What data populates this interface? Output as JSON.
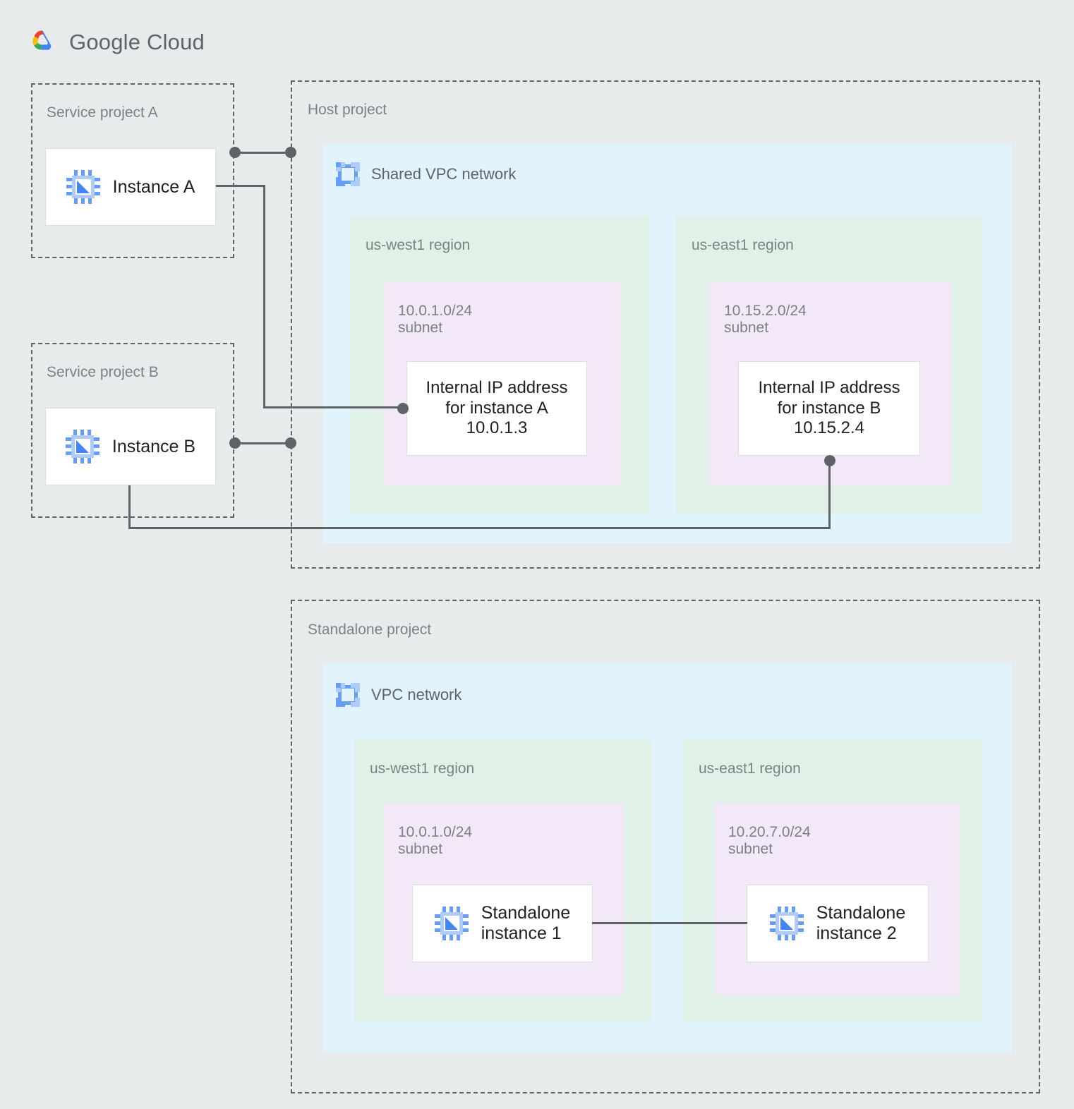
{
  "brand": {
    "name_bold": "Google",
    "name_light": " Cloud",
    "logo_icon": "google-cloud-logo",
    "colors": {
      "red": "#ea4335",
      "yellow": "#fbbc04",
      "green": "#34a853",
      "blue": "#4285f4"
    }
  },
  "palette": {
    "page_background": "#e8ebec",
    "project_border": "#5f6368",
    "vpc_background": "#e1f3fd",
    "region_background": "#e2f1e8",
    "subnet_background": "#f2e8f7",
    "card_background": "#ffffff",
    "wire": "#5f6368",
    "label_text": "#7b8185",
    "icon_blue": "#669df6",
    "icon_blue_light": "#aecbfa"
  },
  "service_project_a": {
    "label": "Service project A",
    "instance": {
      "name": "Instance A",
      "icon": "cpu-chip-icon"
    }
  },
  "service_project_b": {
    "label": "Service project B",
    "instance": {
      "name": "Instance B",
      "icon": "cpu-chip-icon"
    }
  },
  "host_project": {
    "label": "Host project",
    "vpc": {
      "title": "Shared VPC network",
      "icon": "vpc-network-icon",
      "regions": [
        {
          "label": "us-west1 region",
          "subnet": {
            "cidr": "10.0.1.0/24",
            "kind": "subnet",
            "label": "10.0.1.0/24\nsubnet",
            "resource": {
              "line1": "Internal IP address",
              "line2": "for instance A",
              "line3": "10.0.1.3",
              "text": "Internal IP address\nfor instance A\n10.0.1.3"
            }
          }
        },
        {
          "label": "us-east1 region",
          "subnet": {
            "cidr": "10.15.2.0/24",
            "kind": "subnet",
            "label": "10.15.2.0/24\nsubnet",
            "resource": {
              "line1": "Internal IP address",
              "line2": "for instance B",
              "line3": "10.15.2.4",
              "text": "Internal IP address\nfor instance B\n10.15.2.4"
            }
          }
        }
      ]
    }
  },
  "standalone_project": {
    "label": "Standalone project",
    "vpc": {
      "title": "VPC network",
      "icon": "vpc-network-icon",
      "regions": [
        {
          "label": "us-west1 region",
          "subnet": {
            "cidr": "10.0.1.0/24",
            "kind": "subnet",
            "label": "10.0.1.0/24\nsubnet",
            "instance": {
              "name": "Standalone\ninstance 1",
              "icon": "cpu-chip-icon"
            }
          }
        },
        {
          "label": "us-east1 region",
          "subnet": {
            "cidr": "10.20.7.0/24",
            "kind": "subnet",
            "label": "10.20.7.0/24\nsubnet",
            "instance": {
              "name": "Standalone\ninstance 2",
              "icon": "cpu-chip-icon"
            }
          }
        }
      ]
    }
  },
  "connections": [
    {
      "from": "Instance A",
      "to": "Host project boundary",
      "style": "dot-line-dot"
    },
    {
      "from": "Instance A",
      "to": "Internal IP address for instance A",
      "style": "elbow-line-dot"
    },
    {
      "from": "Instance B",
      "to": "Host project boundary",
      "style": "dot-line-dot"
    },
    {
      "from": "Instance B",
      "to": "Internal IP address for instance B",
      "style": "elbow-line-dot"
    },
    {
      "from": "Standalone instance 1",
      "to": "Standalone instance 2",
      "style": "line"
    }
  ]
}
